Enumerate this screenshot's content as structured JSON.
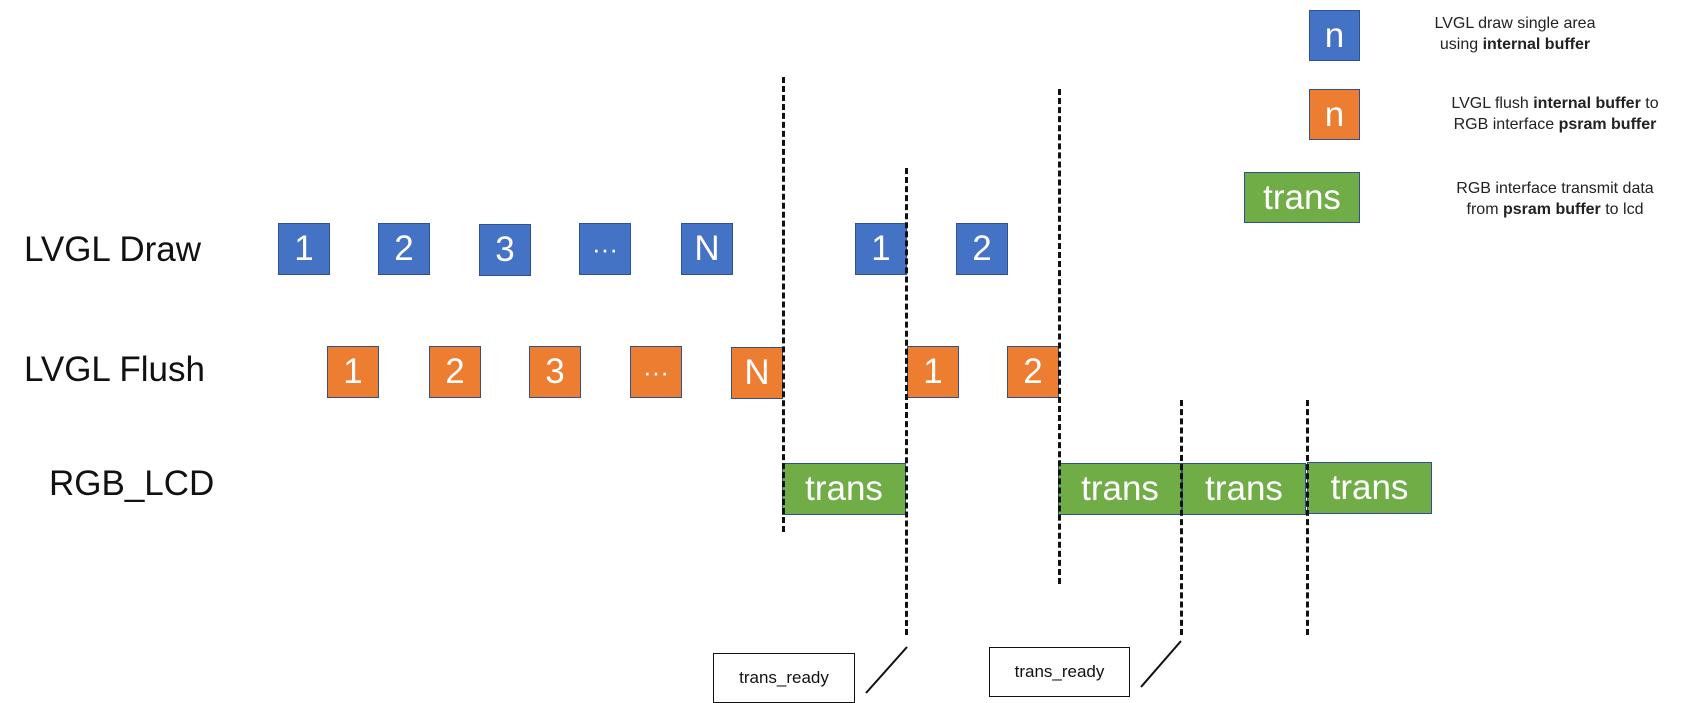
{
  "rows": {
    "draw": "LVGL Draw",
    "flush": "LVGL Flush",
    "lcd": "RGB_LCD"
  },
  "draw_blocks": [
    "1",
    "2",
    "3",
    "···",
    "N",
    "1",
    "2"
  ],
  "flush_blocks": [
    "1",
    "2",
    "3",
    "···",
    "N",
    "1",
    "2"
  ],
  "lcd_blocks": [
    "trans",
    "trans",
    "trans",
    "trans"
  ],
  "legend": [
    {
      "swatch": "n",
      "kind": "draw",
      "line1_pre": "LVGL draw single area",
      "line1_bold": "",
      "line1_post": "",
      "line2_pre": "using ",
      "line2_bold": "internal buffer",
      "line2_post": ""
    },
    {
      "swatch": "n",
      "kind": "flush",
      "line1_pre": "LVGL flush ",
      "line1_bold": "internal buffer",
      "line1_post": " to",
      "line2_pre": "RGB interface ",
      "line2_bold": "psram buffer",
      "line2_post": ""
    },
    {
      "swatch": "trans",
      "kind": "trans",
      "line1_pre": "RGB interface transmit data",
      "line1_bold": "",
      "line1_post": "",
      "line2_pre": "from ",
      "line2_bold": "psram buffer",
      "line2_post": " to lcd"
    }
  ],
  "callouts": [
    "trans_ready",
    "trans_ready"
  ],
  "colors": {
    "draw": "#4472c4",
    "flush": "#ed7d31",
    "trans": "#70ad47"
  }
}
